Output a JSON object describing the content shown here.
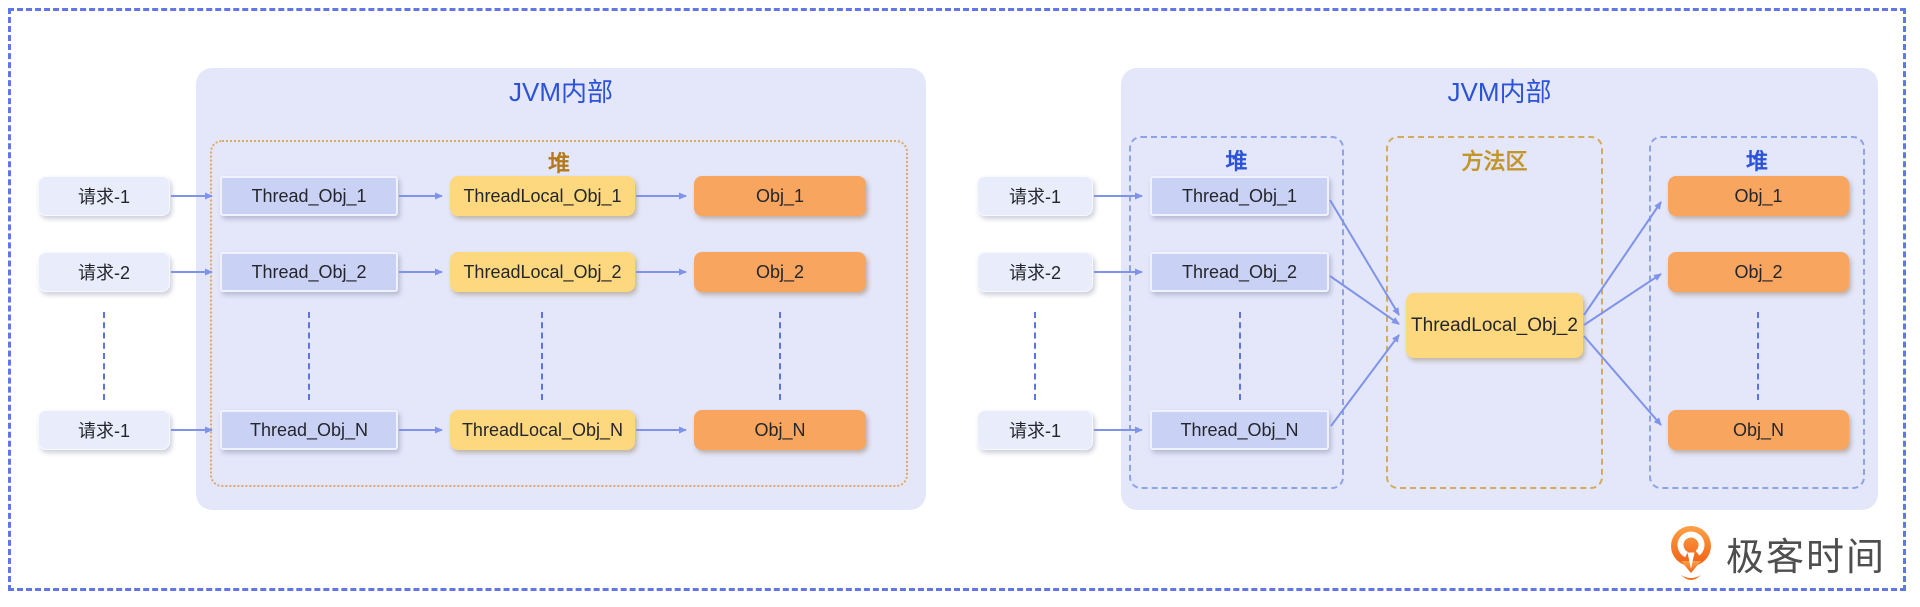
{
  "colors": {
    "outer_border": "#6277e7",
    "panel_bg": "#e4e7fa",
    "title_blue": "#2b52d8",
    "heap_label_orange": "#b5791a",
    "method_label_gold": "#c2962a",
    "arrow_blue": "#7e93e9",
    "box_request": "#e9ecfb",
    "box_thread": "#c9d1f5",
    "box_threadlocal": "#fdd87e",
    "box_obj": "#f8a55f",
    "logo_orange": "#f2711c",
    "logo_text_gray": "#4e4e4e"
  },
  "left_panel": {
    "title": "JVM内部",
    "heap_label": "堆",
    "rows": [
      {
        "request": "请求-1",
        "thread": "Thread_Obj_1",
        "threadlocal": "ThreadLocal_Obj_1",
        "obj": "Obj_1"
      },
      {
        "request": "请求-2",
        "thread": "Thread_Obj_2",
        "threadlocal": "ThreadLocal_Obj_2",
        "obj": "Obj_2"
      },
      {
        "request": "请求-1",
        "thread": "Thread_Obj_N",
        "threadlocal": "ThreadLocal_Obj_N",
        "obj": "Obj_N"
      }
    ]
  },
  "right_panel": {
    "title": "JVM内部",
    "heap_left_label": "堆",
    "method_area_label": "方法区",
    "heap_right_label": "堆",
    "shared_threadlocal": "ThreadLocal_Obj_2",
    "rows": [
      {
        "request": "请求-1",
        "thread": "Thread_Obj_1",
        "obj": "Obj_1"
      },
      {
        "request": "请求-2",
        "thread": "Thread_Obj_2",
        "obj": "Obj_2"
      },
      {
        "request": "请求-1",
        "thread": "Thread_Obj_N",
        "obj": "Obj_N"
      }
    ]
  },
  "logo": {
    "text": "极客时间",
    "icon": "geektime-q-icon"
  }
}
